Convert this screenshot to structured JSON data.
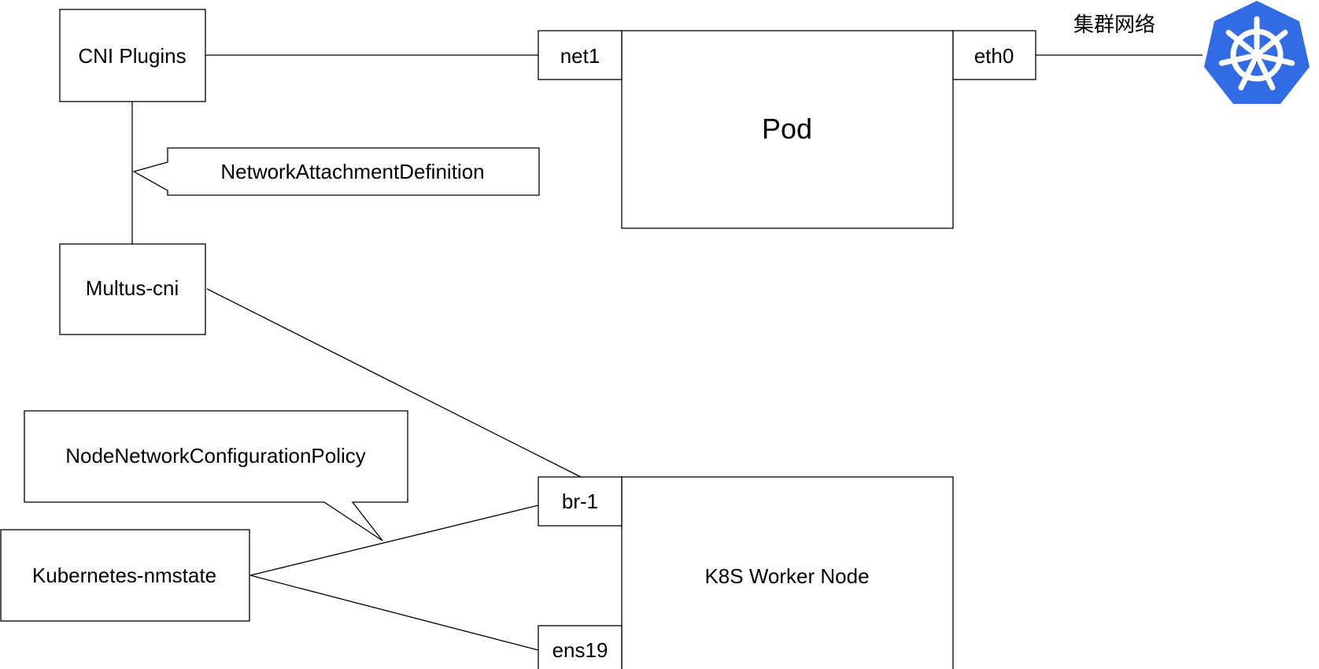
{
  "nodes": {
    "cni_plugins": "CNI Plugins",
    "multus_cni": "Multus-cni",
    "kubernetes_nmstate": "Kubernetes-nmstate",
    "pod": "Pod",
    "k8s_worker_node": "K8S Worker Node"
  },
  "interfaces": {
    "net1": "net1",
    "eth0": "eth0",
    "br1": "br-1",
    "ens19": "ens19"
  },
  "callouts": {
    "network_attachment_definition": "NetworkAttachmentDefinition",
    "node_network_configuration_policy": "NodeNetworkConfigurationPolicy"
  },
  "cluster_network_label": "集群网络",
  "logo": {
    "icon": "kubernetes-logo-icon",
    "color": "#326ce5"
  },
  "colors": {
    "stroke": "#000000",
    "fill": "#ffffff"
  }
}
